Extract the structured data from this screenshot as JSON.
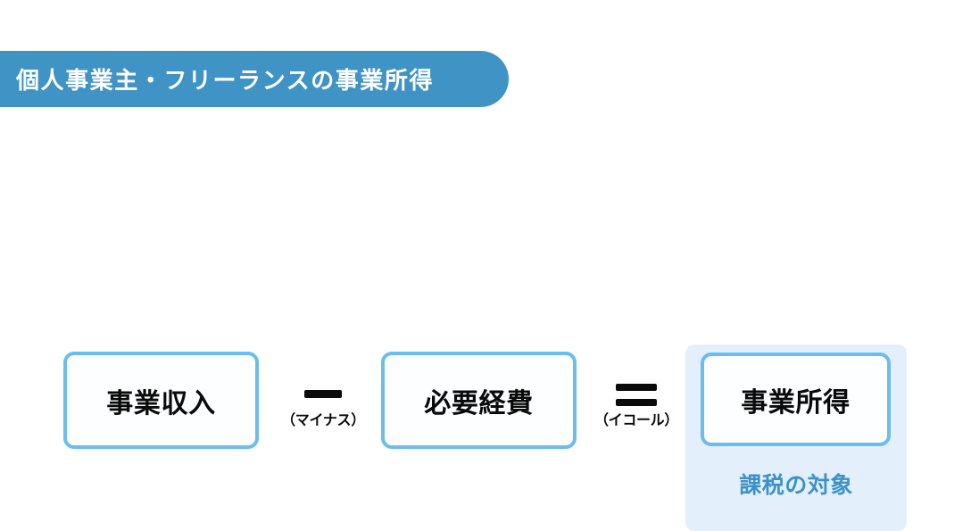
{
  "banner": {
    "title": "個人事業主・フリーランスの事業所得",
    "color": "#3f93c5",
    "text_color": "#ffffff"
  },
  "diagram": {
    "type": "formula",
    "terms": [
      {
        "label": "事業収入",
        "border_color": "#6cbdee",
        "fill": "#ffffff"
      },
      {
        "label": "必要経費",
        "border_color": "#6cbdee",
        "fill": "#ffffff"
      },
      {
        "label": "事業所得",
        "border_color": "#6cbdee",
        "fill": "#ffffff"
      }
    ],
    "operators": [
      {
        "symbol": "−",
        "name": "minus-operator",
        "reading": "（マイナス）"
      },
      {
        "symbol": "=",
        "name": "equals-operator",
        "reading": "（イコール）"
      }
    ],
    "result": {
      "panel_color": "#e3f0fb",
      "note": "課税の対象",
      "note_color": "#3c92c8"
    }
  }
}
